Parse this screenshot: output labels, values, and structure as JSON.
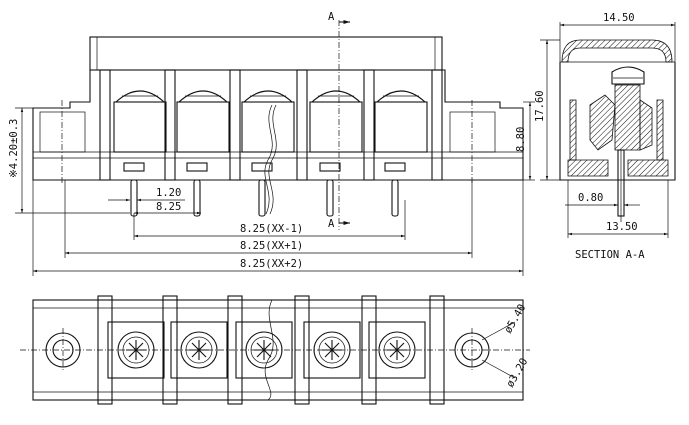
{
  "front_view": {
    "section_marker_top": "A",
    "section_marker_bottom": "A",
    "dim_height_left": "※4.20±0.3",
    "dim_height_right": "8.80",
    "dim_pin_width": "1.20",
    "dim_pitch": "8.25",
    "dim_span_1": "8.25(XX-1)",
    "dim_span_2": "8.25(XX+1)",
    "dim_span_3": "8.25(XX+2)"
  },
  "section_view": {
    "dim_width_top": "14.50",
    "dim_height": "17.60",
    "dim_pin_offset": "0.80",
    "dim_width_bottom": "13.50",
    "caption": "SECTION A-A"
  },
  "top_view": {
    "dim_outer_dia": "ø5.40",
    "dim_hole_dia": "ø3.20"
  }
}
